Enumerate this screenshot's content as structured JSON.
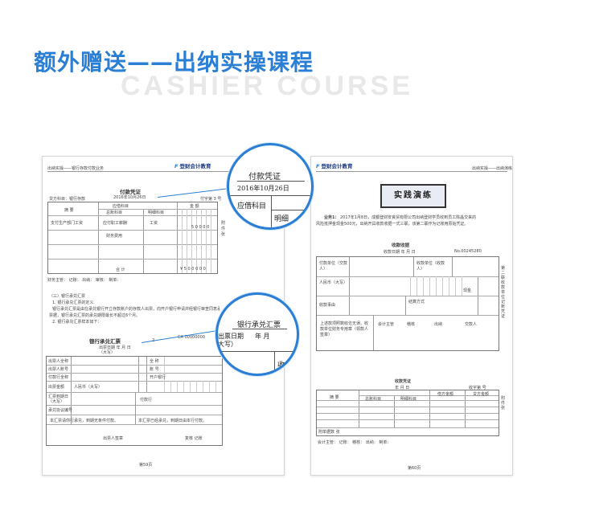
{
  "header": {
    "title": "额外赠送——出纳实操课程",
    "subtitle": "CASHIER  COURSE"
  },
  "left_page": {
    "running_head": "出纳实操——银行存款付款业务",
    "logo_text": "登财会计教育",
    "logo_mark": "F",
    "voucher_title": "付款凭证",
    "voucher_date": "2016年10月26日",
    "voucher_credit": "贷方科目：银行存款",
    "voucher_no": "付字第 3 号",
    "col_summary": "摘  要",
    "col_debit": "应借科目",
    "col_amount": "金  额",
    "col_account": "总账科目",
    "col_detail": "明细科目",
    "row1_summary": "支付生产部门工资",
    "row1_account": "应付职工薪酬",
    "row1_detail": "工资",
    "row1_amount": "5 0 0 0 0",
    "row2_account": "财务费用",
    "total_label": "合  计",
    "total_amount": "¥ 5 0 0 0 0 0",
    "sign_line": "财务主管：    记账：    出纳：    审核：    制单：",
    "attach_label": "附件   张",
    "section_heading": "（三）银行承兑汇票",
    "para1": "1. 银行承兑汇票的定义",
    "para2": "银行承兑汇票是由在承兑银行开立存款账户的存款人出票，向开户银行申请并经银行审查同意承兑的",
    "para3": "票据，银行承兑汇票的承兑期限最长不超过6个月。",
    "para4": "2. 银行承兑汇票样本如下：",
    "draft_title": "银行承兑汇票",
    "draft_num": "2",
    "draft_code": "CA 00000000",
    "draft_date": "出票日期   年   月   日",
    "draft_date_cap": "（大写）",
    "draft_rows": [
      "出票人全称",
      "出票人账号",
      "付款行全称",
      "出票金额",
      "汇票到期日（大写）",
      "承兑协议编号"
    ],
    "draft_payee": [
      "全  称",
      "账  号",
      "开户银行"
    ],
    "draft_amount": "人民币（大写）",
    "draft_agreement": "付款行",
    "draft_note": "本汇票请你行承兑，到期无条件付款。",
    "draft_accepted": "本汇票已经承兑，到期日由本行付款。",
    "draft_signer": "出票人签章",
    "draft_sign_right": "复核    记账",
    "page_number": "第59页"
  },
  "zoom_top": {
    "title": "付款凭证",
    "date": "2016年10月26日",
    "field": "应借科目",
    "partial": "明细"
  },
  "zoom_bottom": {
    "title": "银行承兑汇票",
    "date_label": "出票日期",
    "date_units": "年    月",
    "date_cap": "大写）",
    "side_text": "收"
  },
  "right_page": {
    "running_head": "出纳实操——出纳演练",
    "logo_text": "登财会计教育",
    "logo_mark": "F",
    "stamp_text": "实践演练",
    "task_label": "业务1：",
    "task_text_1": "2017年1月8日，成都登财安良贸有限公司出纳登财学员收到员工陈晶交来的",
    "task_text_2": "风险抵押金现金500元，出纳开具收款收据一式三联，该第二联作为记账用原始凭证。",
    "receipt_title": "收款收据",
    "receipt_date": "收款日期   年   月   日",
    "receipt_no": "No.00245280",
    "receipt_rows": [
      "付款单位（交款人）",
      "人民币（大写）",
      "收款事由"
    ],
    "receipt_unit": "收款单位（收款人）",
    "receipt_method": "结算方式",
    "receipt_cash": "现金",
    "receipt_sign": "上述款项照数收讫无误。收款单位财务专用章（领款人签章）",
    "receipt_sign_cols": [
      "会计主管",
      "稽核",
      "出纳",
      "交款人"
    ],
    "receipt_side": "第二联 收款单位记账凭证",
    "voucher_title": "收款凭证",
    "voucher_date": "年   月   日",
    "voucher_no": "收字第   号",
    "voucher_cols": [
      "摘  要",
      "总账科目",
      "明细科目",
      "借方金额",
      "贷方金额"
    ],
    "voucher_total": "附单据数   张",
    "voucher_sign": "会计主管：   记账：   稽核：   出纳：   制单：",
    "voucher_side": "附件 张",
    "page_number": "第60页"
  }
}
